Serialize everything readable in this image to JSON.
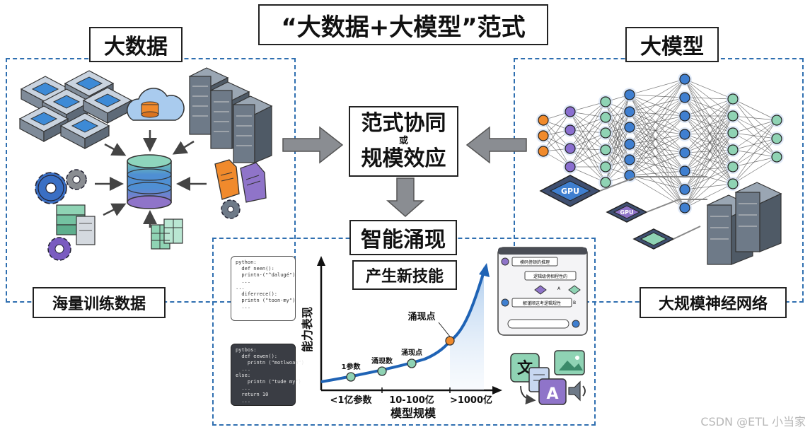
{
  "title": "“大数据+大模型”范式",
  "left_panel": {
    "header": "大数据",
    "footer": "海量训练数据"
  },
  "right_panel": {
    "header": "大模型",
    "footer": "大规模神经网络",
    "chip_label": "GPU"
  },
  "center": {
    "line1": "范式协同",
    "connector": "或",
    "line2": "规模效应"
  },
  "bottom_panel": {
    "header": "智能涌现",
    "subheader": "产生新技能"
  },
  "code_snippets": {
    "light": "python:\n  def neen():\n  printn·(\"^dalugé\")\n  ...\n...\n  diferrece():\n  printn (\"toon·my\")\n  ...",
    "dark": "pytbos:\n  def eewen():\n    printn (\"motlwoan\")\n  ...\nelse:\n    printn (\"tude my\")\n  ...\n  return 10\n  ..."
  },
  "flow_card": {
    "step1": "模码傍顿的推理",
    "step2": "逻辑级傍相程性的",
    "step3": "解谨顺这考逻辑规性",
    "side_a": "A",
    "side_b": "B"
  },
  "chart_data": {
    "type": "line",
    "xlabel": "模型规模",
    "ylabel": "能力表现",
    "x_ticks": [
      "<1亿参数",
      "10-100亿",
      ">1000亿"
    ],
    "annotations": [
      "1参数",
      "涌现数",
      "涌现点",
      "涌现点"
    ]
  },
  "modality_icons": {
    "text_glyph": "文",
    "letter_glyph": "A"
  },
  "watermark": "CSDN @ETL 小当家",
  "colors": {
    "dashed_border": "#2f6fb0",
    "curve": "#1f63b5",
    "node_purple": "#8a6fd0",
    "node_green": "#8fd3b4",
    "node_blue": "#3f7fd0",
    "node_orange": "#f08a2c"
  }
}
